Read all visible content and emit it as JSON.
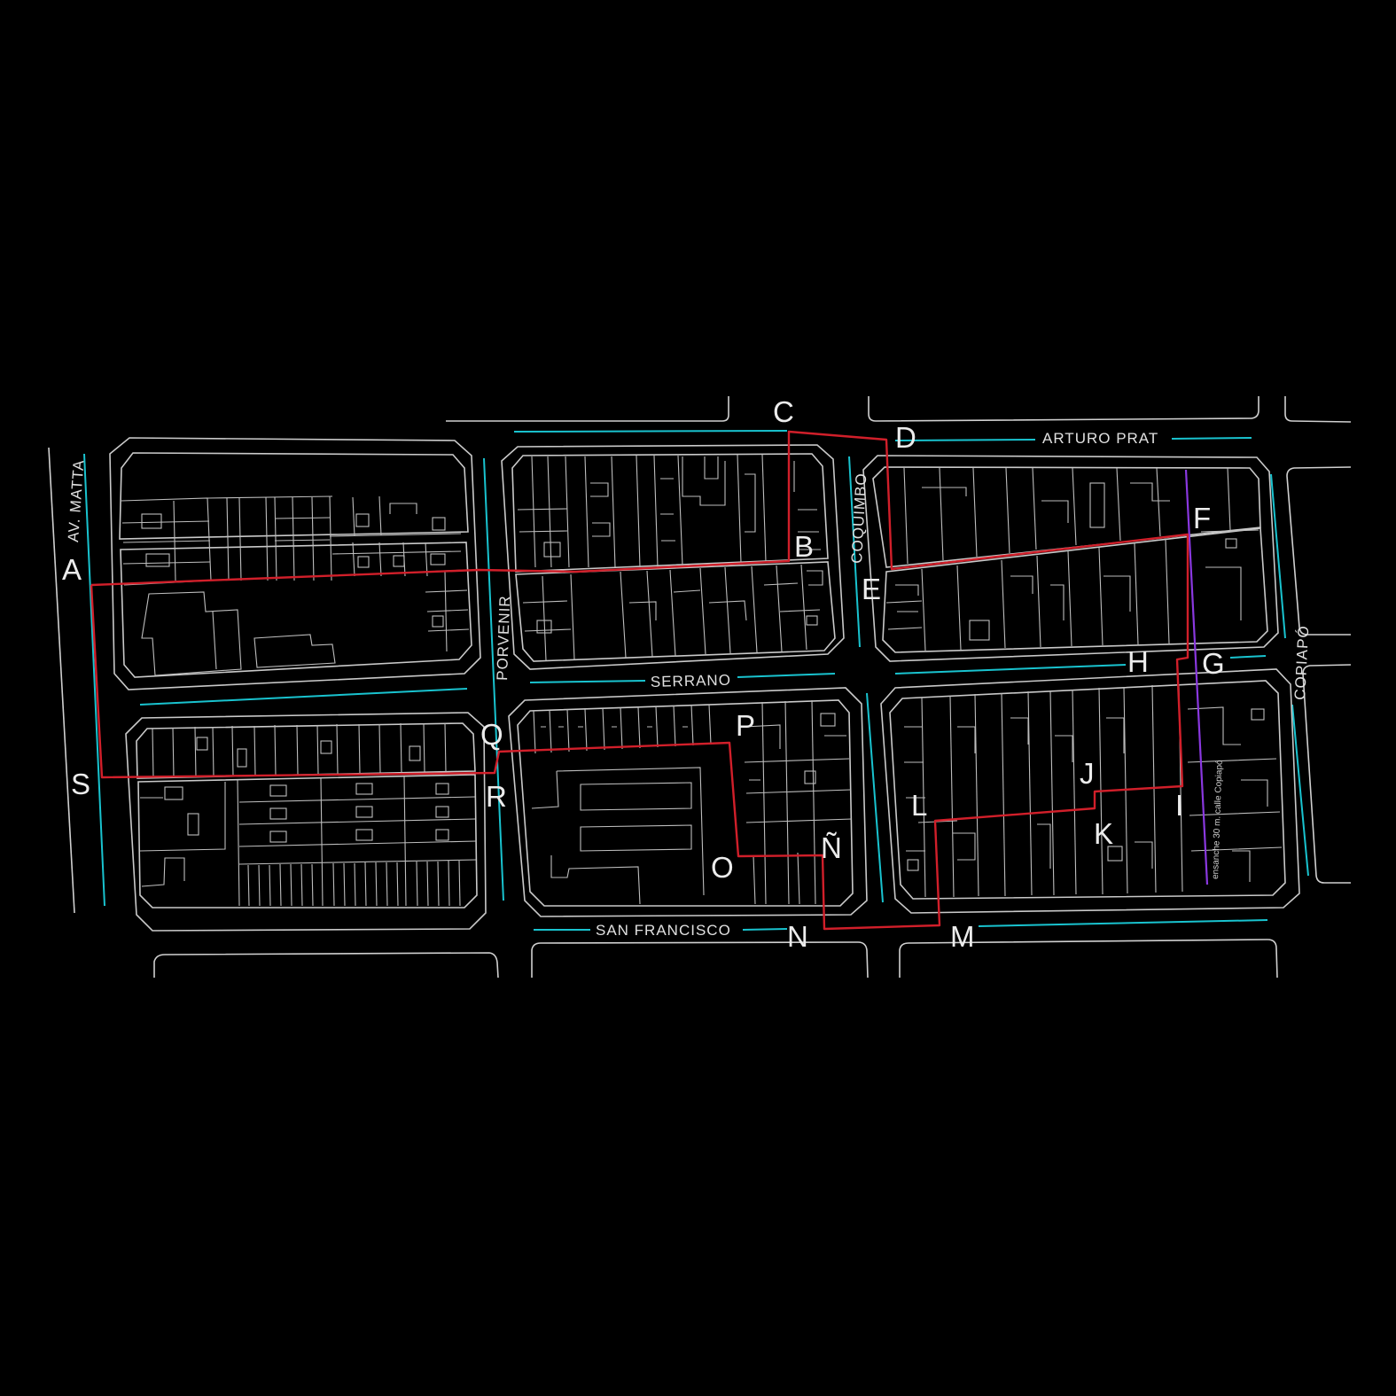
{
  "map": {
    "streets": {
      "av_matta": "AV. MATTA",
      "porvenir": "PORVENIR",
      "coquimbo": "COQUIMBO",
      "copiapo": "COPIAPÓ",
      "arturo_prat": "ARTURO PRAT",
      "serrano": "SERRANO",
      "san_francisco": "SAN FRANCISCO"
    },
    "points": {
      "A": "A",
      "B": "B",
      "C": "C",
      "D": "D",
      "E": "E",
      "F": "F",
      "G": "G",
      "H": "H",
      "I": "I",
      "J": "J",
      "K": "K",
      "L": "L",
      "M": "M",
      "N": "N",
      "N2": "Ñ",
      "O": "O",
      "P": "P",
      "Q": "Q",
      "R": "R",
      "S": "S"
    },
    "note": "ensanche 30 m. calle Copiapó",
    "colors": {
      "background": "#000000",
      "block_outline": "#c9c9c9",
      "street_axis": "#19c3cf",
      "route": "#d11f2a",
      "widening_line": "#8a38e0"
    }
  }
}
